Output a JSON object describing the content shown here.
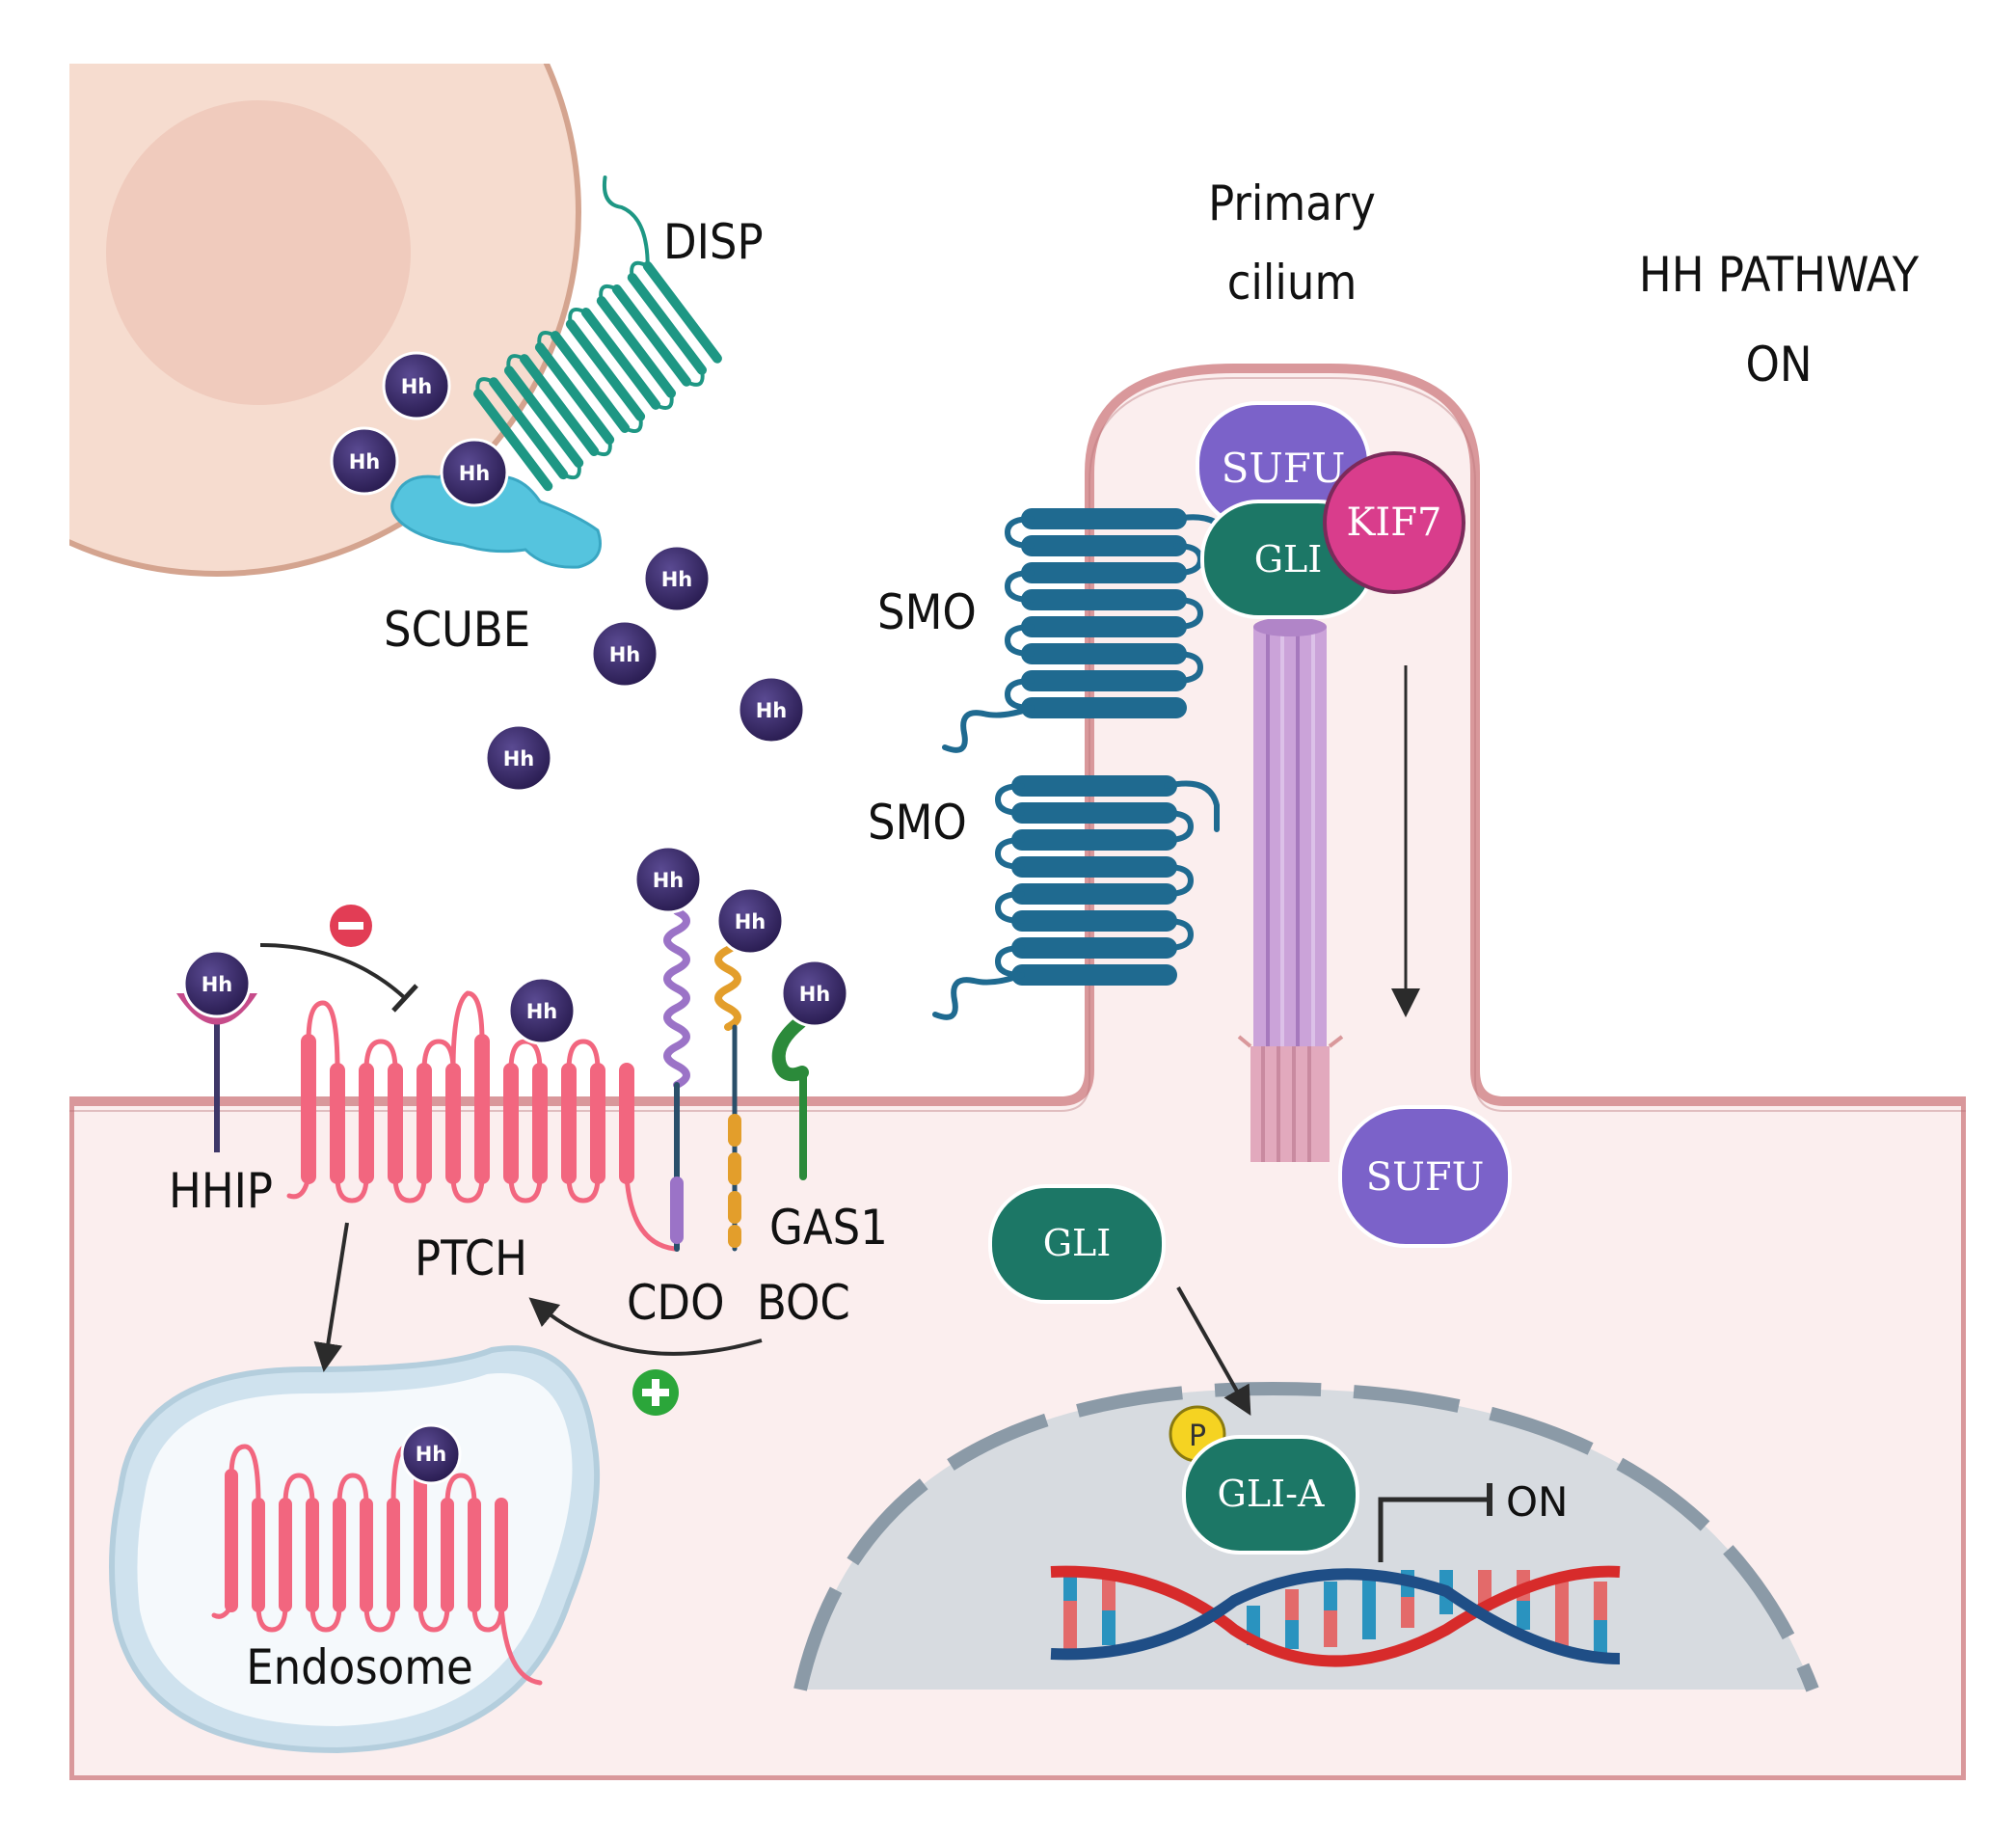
{
  "title": {
    "line1": "HH PATHWAY",
    "line2": "ON"
  },
  "labels": {
    "disp": "DISP",
    "scube": "SCUBE",
    "smo": "SMO",
    "primary_cilium_1": "Primary",
    "primary_cilium_2": "cilium",
    "hhip": "HHIP",
    "ptch": "PTCH",
    "cdo": "CDO",
    "boc": "BOC",
    "gas1": "GAS1",
    "endosome": "Endosome",
    "sufu": "SUFU",
    "gli": "GLI",
    "kif7": "KIF7",
    "gli_a": "GLI-A",
    "p": "P",
    "on": "ON",
    "hh": "Hh"
  },
  "symbols": {
    "minus": "−",
    "plus": "+"
  },
  "colors": {
    "cytoplasm": "#fbeeee",
    "membrane": "#d9989b",
    "secreting_cell": "#f6dccf",
    "nucleus": "#f0cbbd",
    "hh_ligand": "#33245f",
    "ptch": "#f2667f",
    "smo": "#1f6a90",
    "sufu": "#7b62c9",
    "gli": "#1c7766",
    "kif7": "#d93d8c",
    "disp": "#1e9784",
    "scube": "#55c4de",
    "cilium_axoneme": "#c59ad6",
    "endosome": "#cfe2ee",
    "nucleus_target": "#d7dbe0",
    "minus": "#e23d55",
    "plus": "#2ba63a",
    "phosphate": "#f5d322"
  }
}
